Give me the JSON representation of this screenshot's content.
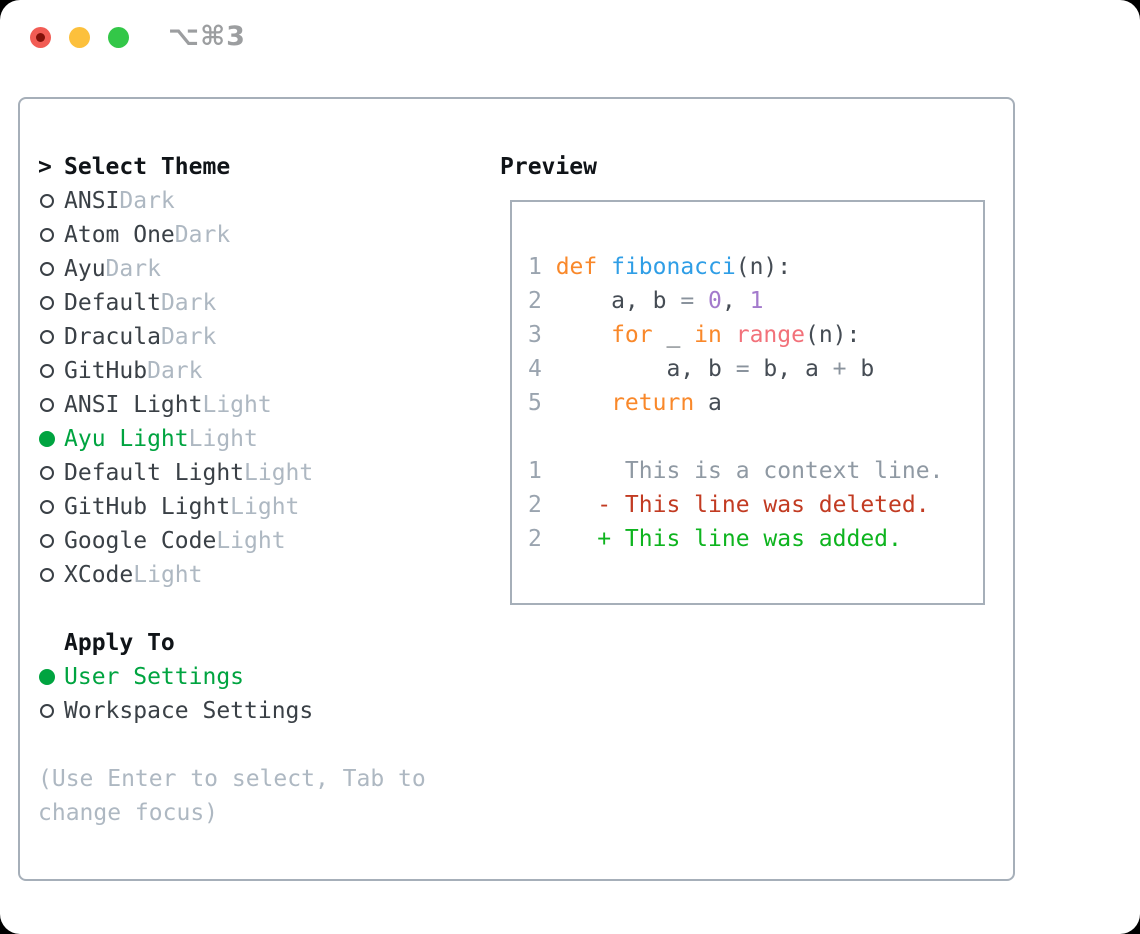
{
  "window": {
    "title": "⌥⌘3"
  },
  "colors": {
    "selection_green": "#00a440",
    "added_green": "#0eb41f",
    "deleted_red": "#c23b22",
    "keyword_orange": "#f9882a",
    "function_blue": "#2f9ee6",
    "builtin_coral": "#f2717a",
    "number_purple": "#a37acc",
    "operator_gray": "#8a939d",
    "code_text": "#454c54",
    "line_number_gray": "#9aa4af",
    "context_gray": "#8f99a3",
    "muted_gray": "#aeb8c2",
    "text_dark": "#3a4046",
    "heading_black": "#101418",
    "border_gray": "#a6afb9",
    "title_gray": "#9c9ea0",
    "traffic_red": "#f25c54",
    "traffic_red_dot": "#821109",
    "traffic_yellow": "#fcc03c",
    "traffic_green": "#33c748"
  },
  "theme_panel": {
    "header": {
      "prefix": ">",
      "label": "Select Theme"
    },
    "themes": [
      {
        "name": "ANSI",
        "variant": "Dark",
        "selected": false
      },
      {
        "name": "Atom One",
        "variant": "Dark",
        "selected": false
      },
      {
        "name": "Ayu",
        "variant": "Dark",
        "selected": false
      },
      {
        "name": "Default",
        "variant": "Dark",
        "selected": false
      },
      {
        "name": "Dracula",
        "variant": "Dark",
        "selected": false
      },
      {
        "name": "GitHub",
        "variant": "Dark",
        "selected": false
      },
      {
        "name": "ANSI Light",
        "variant": "Light",
        "selected": false
      },
      {
        "name": "Ayu Light",
        "variant": "Light",
        "selected": true
      },
      {
        "name": "Default Light",
        "variant": "Light",
        "selected": false
      },
      {
        "name": "GitHub Light",
        "variant": "Light",
        "selected": false
      },
      {
        "name": "Google Code",
        "variant": "Light",
        "selected": false
      },
      {
        "name": "XCode",
        "variant": "Light",
        "selected": false
      }
    ],
    "apply_to": {
      "label": "Apply To",
      "options": [
        {
          "name": "User Settings",
          "selected": true
        },
        {
          "name": "Workspace Settings",
          "selected": false
        }
      ]
    },
    "hint_lines": [
      "(Use Enter to select, Tab to",
      "change focus)"
    ]
  },
  "preview": {
    "title": "Preview",
    "lines": [
      {
        "gutter": "1",
        "tokens": [
          {
            "c": "kw",
            "t": "def"
          },
          {
            "c": "pl",
            "t": " "
          },
          {
            "c": "fn",
            "t": "fibonacci"
          },
          {
            "c": "pl",
            "t": "(n):"
          }
        ]
      },
      {
        "gutter": "2",
        "tokens": [
          {
            "c": "pl",
            "t": "    a, b "
          },
          {
            "c": "op",
            "t": "="
          },
          {
            "c": "pl",
            "t": " "
          },
          {
            "c": "num",
            "t": "0"
          },
          {
            "c": "pl",
            "t": ", "
          },
          {
            "c": "num",
            "t": "1"
          }
        ]
      },
      {
        "gutter": "3",
        "tokens": [
          {
            "c": "pl",
            "t": "    "
          },
          {
            "c": "kw",
            "t": "for"
          },
          {
            "c": "pl",
            "t": " _ "
          },
          {
            "c": "kw",
            "t": "in"
          },
          {
            "c": "pl",
            "t": " "
          },
          {
            "c": "bi",
            "t": "range"
          },
          {
            "c": "pl",
            "t": "(n):"
          }
        ]
      },
      {
        "gutter": "4",
        "tokens": [
          {
            "c": "pl",
            "t": "        a, b "
          },
          {
            "c": "op",
            "t": "="
          },
          {
            "c": "pl",
            "t": " b, a "
          },
          {
            "c": "op",
            "t": "+"
          },
          {
            "c": "pl",
            "t": " b"
          }
        ]
      },
      {
        "gutter": "5",
        "tokens": [
          {
            "c": "pl",
            "t": "    "
          },
          {
            "c": "kw",
            "t": "return"
          },
          {
            "c": "pl",
            "t": " a"
          }
        ]
      },
      {
        "gutter": "",
        "tokens": []
      },
      {
        "gutter": "1",
        "tokens": [
          {
            "c": "ctx",
            "t": "     This is a context line."
          }
        ]
      },
      {
        "gutter": "2",
        "tokens": [
          {
            "c": "del",
            "t": "   - This line was deleted."
          }
        ]
      },
      {
        "gutter": "2",
        "tokens": [
          {
            "c": "add",
            "t": "   + This line was added."
          }
        ]
      }
    ]
  }
}
